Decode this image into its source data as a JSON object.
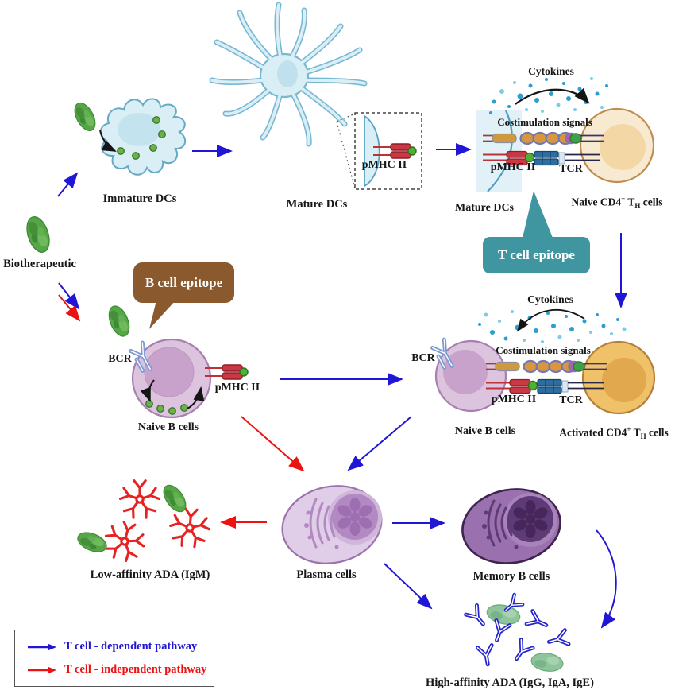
{
  "labels": {
    "biotherapeutic": "Biotherapeutic",
    "immature_dcs": "Immature DCs",
    "mature_dcs_top": "Mature DCs",
    "pmhc_inset": "pMHC II",
    "cytokines_top": "Cytokines",
    "costimulation_top": "Costimulation signals",
    "pmhc_top": "pMHC II",
    "tcr_top": "TCR",
    "mature_dcs_right": "Mature DCs",
    "cytokines_mid": "Cytokines",
    "costimulation_mid": "Costimulation signals",
    "pmhc_mid": "pMHC II",
    "tcr_mid": "TCR",
    "bcr_left": "BCR",
    "pmhc_bcell": "pMHC II",
    "naive_b_left": "Naive B cells",
    "bcr_right": "BCR",
    "naive_b_right": "Naive B cells",
    "plasma_cells": "Plasma cells",
    "memory_b_cells": "Memory B cells",
    "low_affinity_ada": "Low-affinity ADA (IgM)",
    "high_affinity_ada": "High-affinity ADA (IgG, IgA, IgE)"
  },
  "callouts": {
    "t_cell_epitope": {
      "label": "T cell epitope",
      "color": "#3f96a0"
    },
    "b_cell_epitope": {
      "label": "B cell epitope",
      "color": "#8a5a2e"
    }
  },
  "cells": {
    "naive_cd4": {
      "pre": "Naive CD4",
      "sup": "+",
      "mid": " T",
      "sub": "H",
      "post": " cells"
    },
    "activated_cd4": {
      "pre": "Activated CD4",
      "sup": "+",
      "mid": " T",
      "sub": "H",
      "post": " cells"
    }
  },
  "legend": {
    "items": [
      {
        "label": "T cell - dependent pathway",
        "color": "#2016d6"
      },
      {
        "label": "T cell - independent pathway",
        "color": "#ec1212"
      }
    ]
  },
  "colors": {
    "blue_pathway": "#2016d6",
    "red_pathway": "#ec1212",
    "cytokine_dot": "#2a9fd0",
    "biotherapeutic_green": "#54a647",
    "dc_blue": "#daeef5",
    "b_cell_purple": "#dcc4de",
    "t_cell_beige": "#f8ead0",
    "memory_purple": "#9a70ae"
  }
}
